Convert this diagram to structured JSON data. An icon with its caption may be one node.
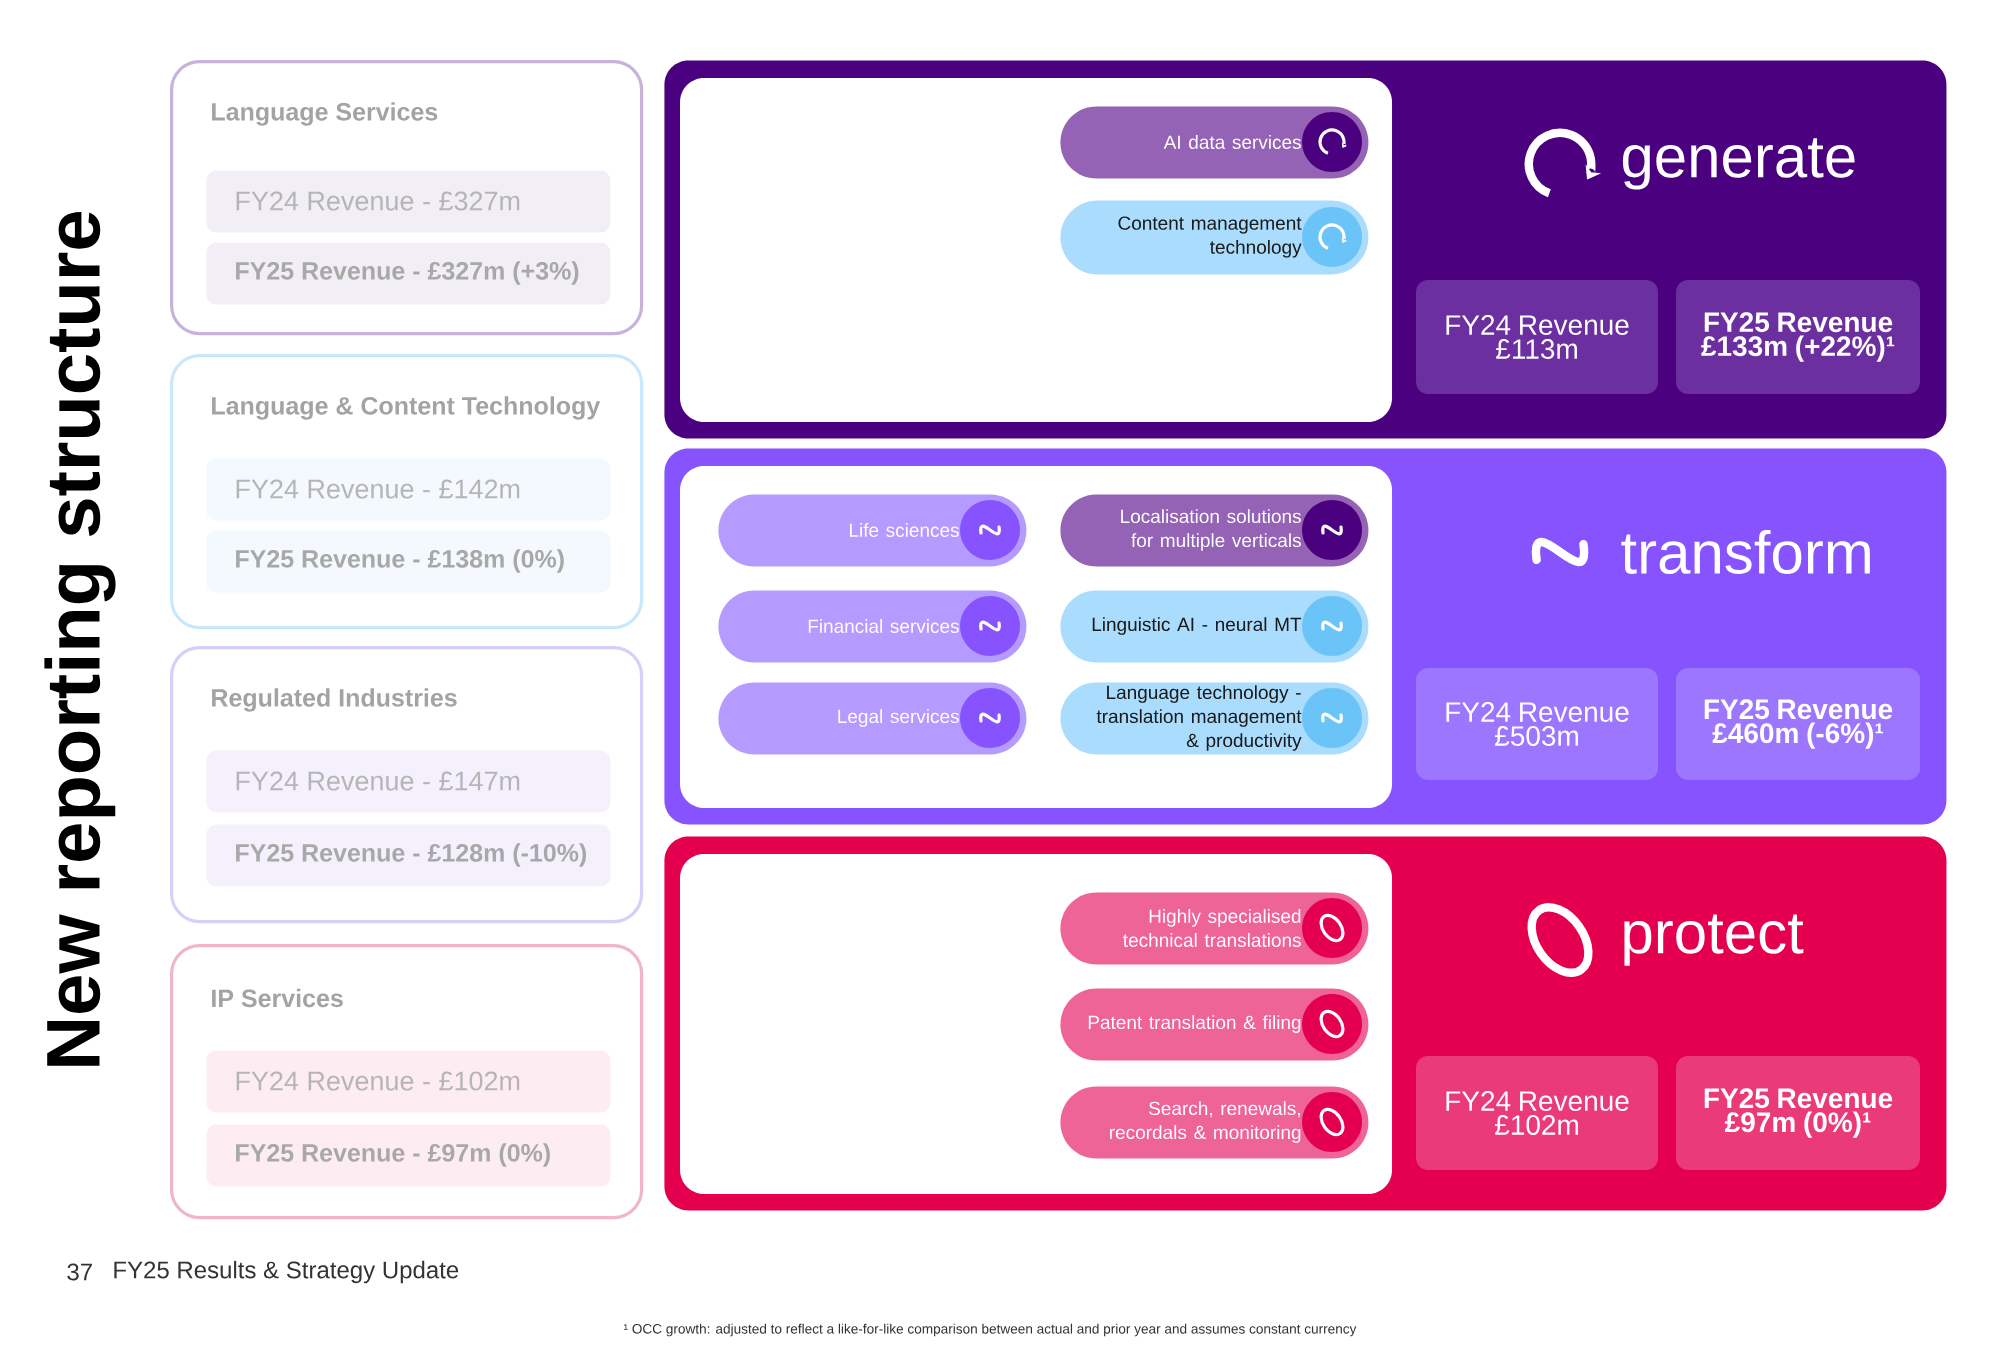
{
  "diagram": {
    "title": "New reporting structure",
    "nodes": [
      {
        "text": [
          "Language Services"
        ]
      },
      {
        "text": [
          "FY24 Revenue - £327m"
        ],
        "in": 0
      },
      {
        "text": [
          "FY25 Revenue - £327m (+3%)"
        ],
        "in": 0
      },
      {
        "text": [
          "Language & Content Technology"
        ]
      },
      {
        "text": [
          "FY24 Revenue - £142m"
        ],
        "in": 3
      },
      {
        "text": [
          "FY25 Revenue - £138m (0%)"
        ],
        "in": 3
      },
      {
        "text": [
          "Regulated Industries"
        ]
      },
      {
        "text": [
          "FY24 Revenue - £147m"
        ],
        "in": 6
      },
      {
        "text": [
          "FY25 Revenue - £128m (-10%)"
        ],
        "in": 6
      },
      {
        "text": [
          "IP Services"
        ]
      },
      {
        "text": [
          "FY24 Revenue - £102m"
        ],
        "in": 9
      },
      {
        "text": [
          "FY25 Revenue - £97m (0%)"
        ],
        "in": 9
      },
      {
        "text": [
          "generate"
        ]
      },
      {
        "text": [],
        "shape": "box",
        "in": 12
      },
      {
        "text": [
          "AI data services"
        ],
        "in": 13
      },
      {
        "text": [
          "Content management technology"
        ],
        "in": 13
      },
      {
        "text": [
          "FY24 Revenue £113m"
        ],
        "in": 12
      },
      {
        "text": [
          "FY25 Revenue £133m (+22%)¹"
        ],
        "in": 12
      },
      {
        "text": [
          "transform"
        ]
      },
      {
        "text": [],
        "shape": "box",
        "in": 18
      },
      {
        "text": [
          "Life sciences"
        ],
        "in": 19
      },
      {
        "text": [
          "Localisation solutions for multiple verticals"
        ],
        "in": 19
      },
      {
        "text": [
          "Financial services"
        ],
        "in": 19
      },
      {
        "text": [
          "Linguistic AI - neural MT"
        ],
        "in": 19
      },
      {
        "text": [
          "Legal services"
        ],
        "in": 19
      },
      {
        "text": [
          "Language technology - translation management & productivity"
        ],
        "in": 19
      },
      {
        "text": [
          "FY24 Revenue £503m"
        ],
        "in": 18
      },
      {
        "text": [
          "FY25 Revenue £460m (-6%)¹"
        ],
        "in": 18
      },
      {
        "text": [
          "protect"
        ]
      },
      {
        "text": [],
        "shape": "box",
        "in": 28
      },
      {
        "text": [
          "Highly specialised technical translations"
        ],
        "in": 29
      },
      {
        "text": [
          "Patent translation & filing"
        ],
        "in": 29
      },
      {
        "text": [
          "Search, renewals, recordals & monitoring"
        ],
        "in": 29
      },
      {
        "text": [
          "FY24 Revenue £102m"
        ],
        "in": 28
      },
      {
        "text": [
          "FY25 Revenue £97m (0%)¹"
        ],
        "in": 28
      }
    ],
    "labels": [
      "37",
      "FY25 Results & Strategy Update",
      "¹ OCC growth: adjusted to reflect a like-for-like comparison between actual and prior year and assumes constant currency"
    ]
  }
}
